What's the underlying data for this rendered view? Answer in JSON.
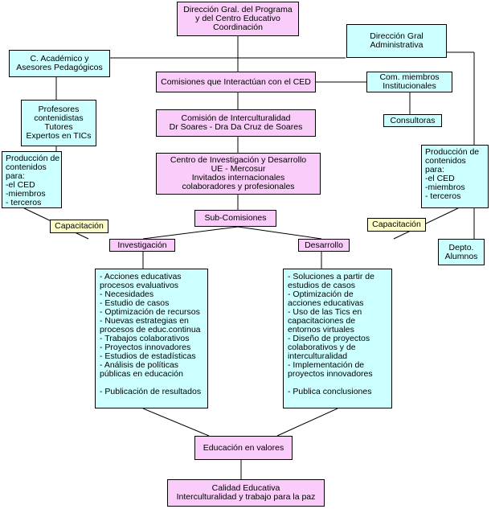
{
  "nodes": {
    "direccion_gral": [
      "Dirección Gral. del Programa",
      "y del Centro Educativo",
      "Coordinación"
    ],
    "direccion_admin": [
      "Dirección Gral",
      "Administrativa"
    ],
    "academico": [
      "C. Académico   y",
      "Asesores Pedagógicos"
    ],
    "comisiones": "Comisiones que Interactúan con el CED",
    "com_miembros": [
      "Com. miembros",
      "Institucionales"
    ],
    "profesores": [
      "Profesores",
      "contenidistas",
      "Tutores",
      "Expertos en TICs"
    ],
    "interculturalidad": [
      "Comisión de Interculturalidad",
      "Dr Soares - Dra Da Cruz de Soares"
    ],
    "consultoras": "Consultoras",
    "produccion_left": [
      "Producción de",
      "contenidos",
      "para:",
      " -el CED",
      "-miembros",
      "- terceros"
    ],
    "centro_inv": [
      "Centro de Investigación y Desarrollo",
      "UE - Mercosur",
      "Invitados internacionales",
      "colaboradores y profesionales"
    ],
    "produccion_right": [
      "Producción de",
      "contenidos",
      "para:",
      " -el CED",
      "-miembros",
      "- terceros"
    ],
    "sub_comisiones": "Sub-Comisiones",
    "capacitacion_left": "Capacitación",
    "capacitacion_right": "Capacitación",
    "investigacion": "Investigación",
    "desarrollo": "Desarrollo",
    "depto": [
      "Depto.",
      "Alumnos"
    ],
    "inv_list": [
      "- Acciones educativas",
      "procesos evaluativos",
      "- Necesidades",
      "- Estudio de casos",
      "- Optimización de recursos",
      "- Nuevas  estrategias en",
      "procesos de educ.continua",
      "- Trabajos colaborativos",
      "- Proyectos innovadores",
      "- Estudios de estadísticas",
      "- Análisis de políticas",
      "públicas en educación",
      "",
      "- Publicación de resultados"
    ],
    "des_list": [
      "- Soluciones a partir de",
      "estudios de casos",
      "- Optimización de",
      "acciones educativas",
      "- Uso de las Tics en",
      "capacitaciones de",
      "entornos virtuales",
      "- Diseño de proyectos",
      "colaborativos y de",
      "interculturalidad",
      "- Implementación de",
      "proyectos innovadores",
      "",
      "- Publica conclusiones"
    ],
    "educacion_valores": "Educación en valores",
    "calidad": [
      "Calidad Educativa",
      "Interculturalidad y trabajo para la paz"
    ]
  },
  "colors": {
    "pink": "#f9ccf9",
    "cyan": "#ccffff",
    "yellow": "#ffffcc"
  }
}
